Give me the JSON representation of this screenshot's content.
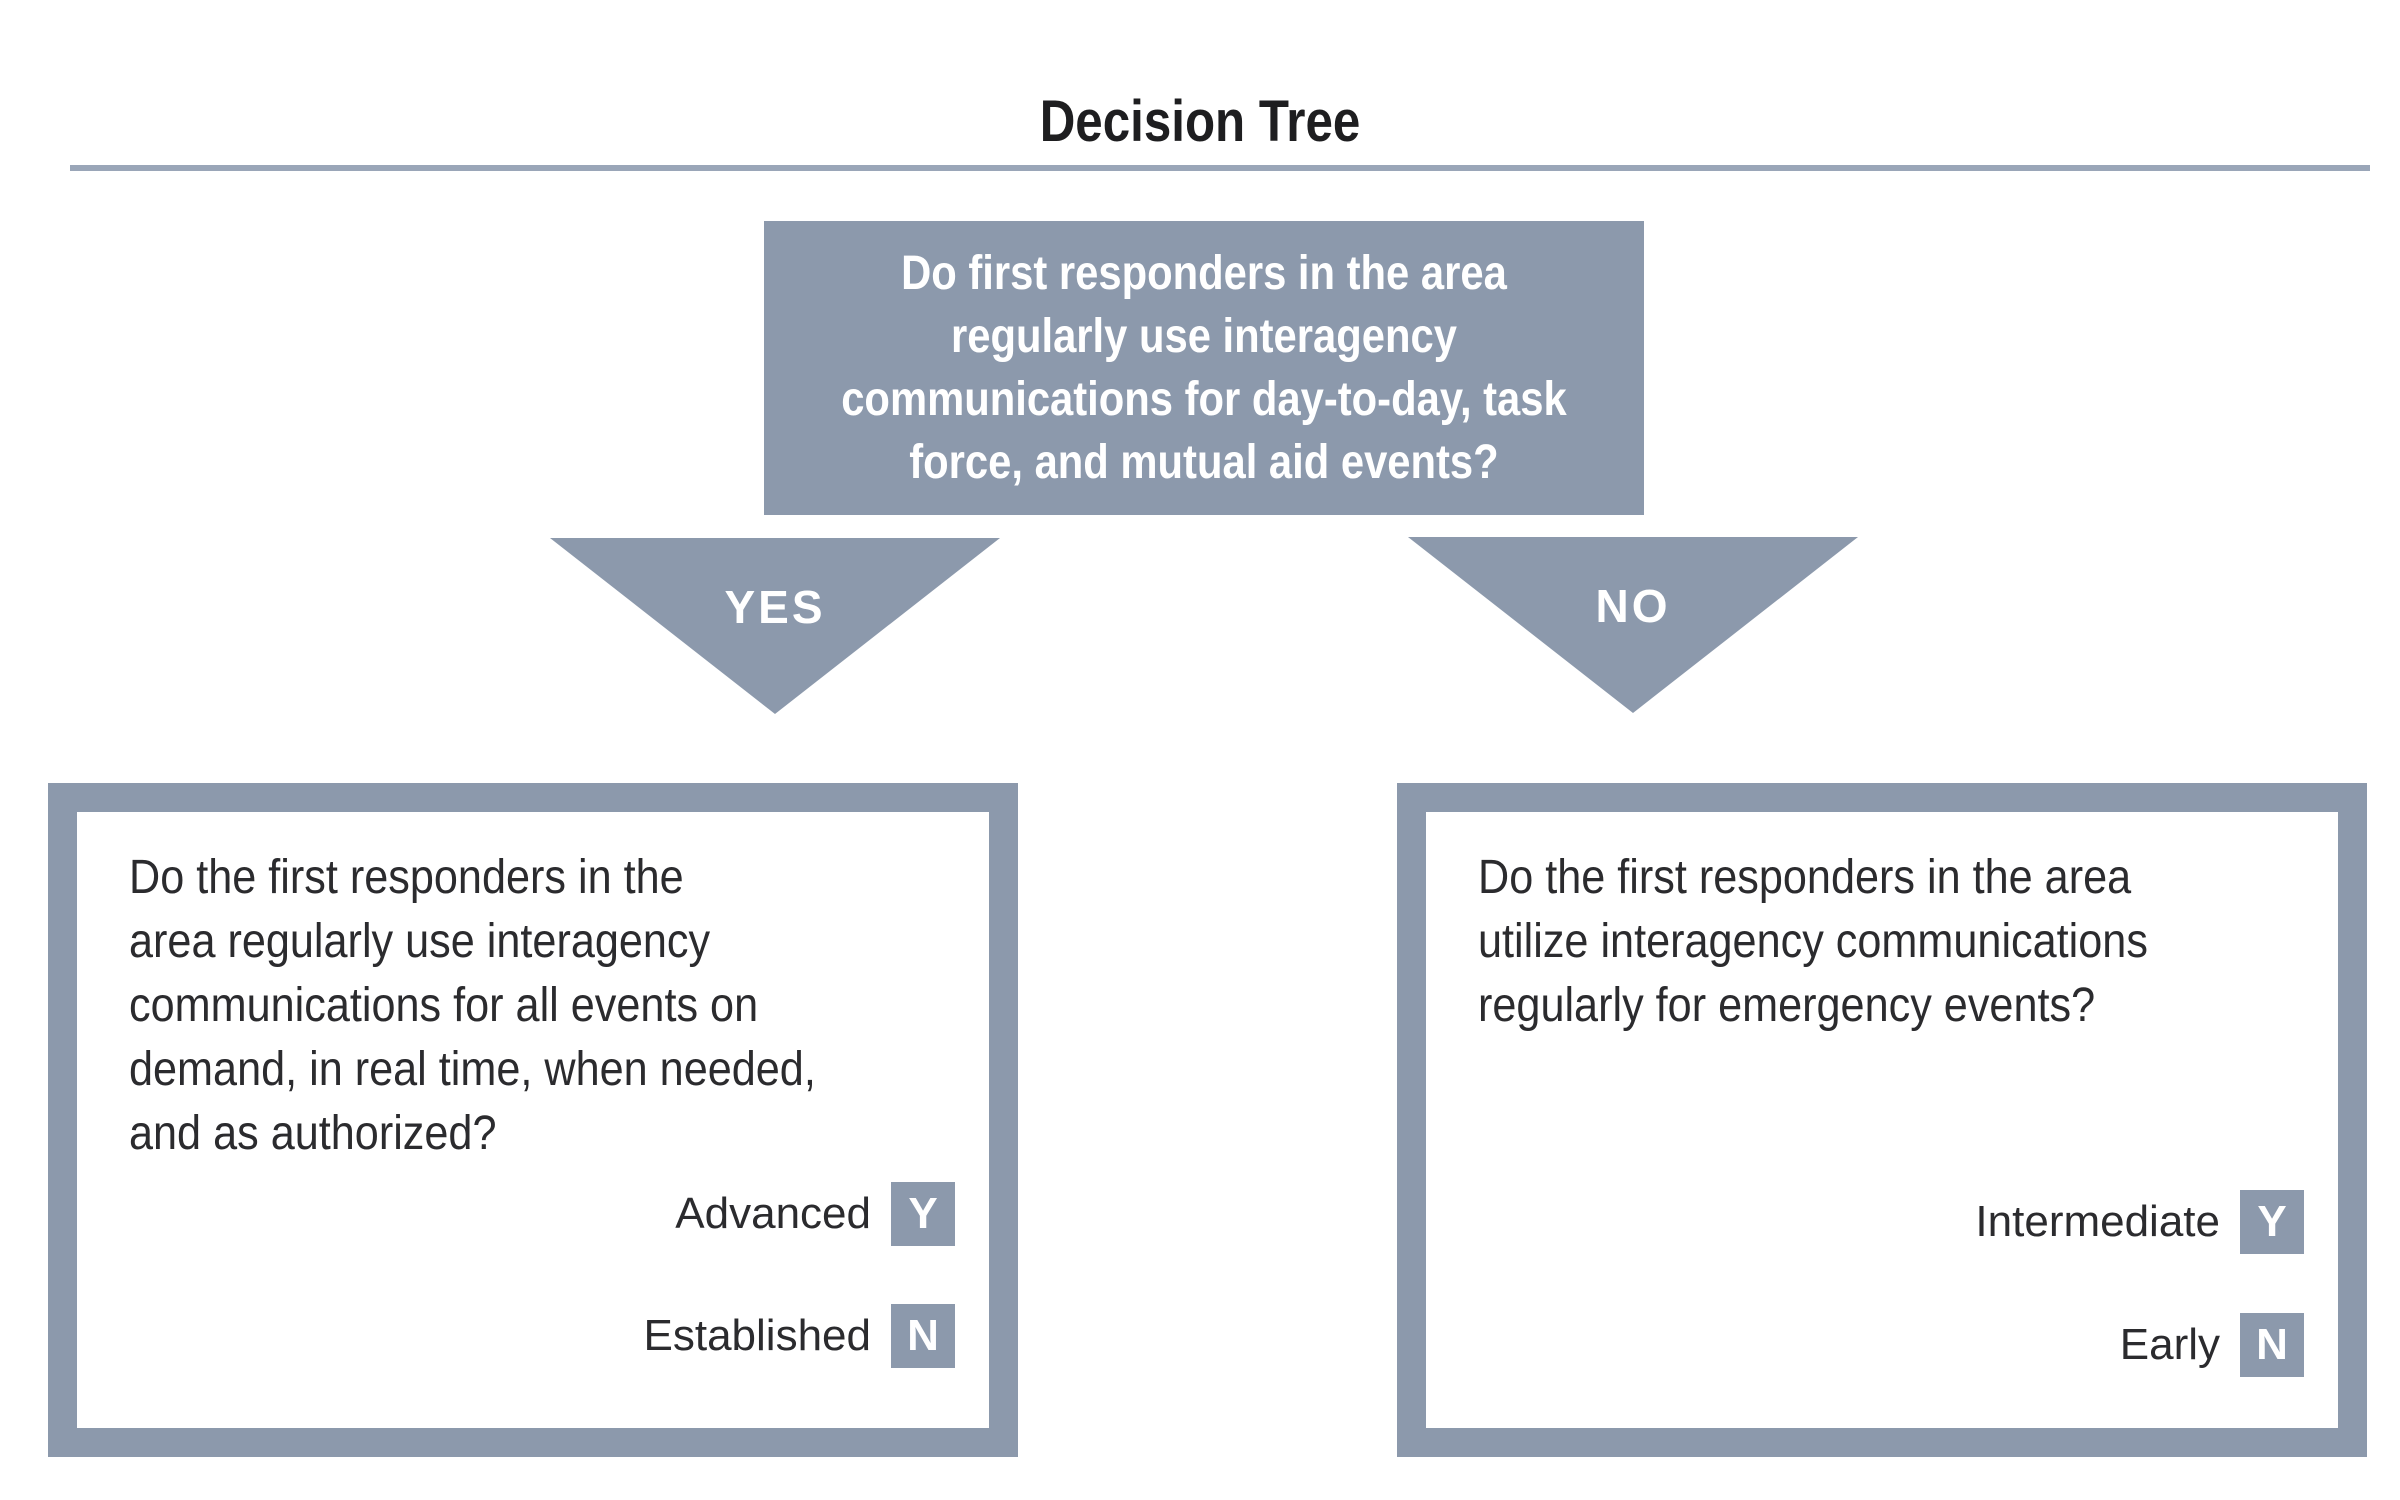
{
  "title": "Decision Tree",
  "colors": {
    "slate": "#8c99ac",
    "rule": "#9aa6b8",
    "text_dark": "#2b2b2e",
    "white": "#ffffff"
  },
  "root": {
    "question": "Do first responders in the area\nregularly use interagency\ncommunications for day-to-day, task\nforce, and mutual aid events?"
  },
  "branches": {
    "yes": {
      "label": "YES"
    },
    "no": {
      "label": "NO"
    }
  },
  "boxes": {
    "yes_branch": {
      "question": "Do the first responders in the\narea regularly use interagency\ncommunications for all events on\ndemand, in real time, when needed,\nand as authorized?",
      "answers": [
        {
          "label": "Advanced",
          "badge": "Y"
        },
        {
          "label": "Established",
          "badge": "N"
        }
      ]
    },
    "no_branch": {
      "question": "Do the first responders in the area\nutilize interagency communications\nregularly for emergency events?",
      "answers": [
        {
          "label": "Intermediate",
          "badge": "Y"
        },
        {
          "label": "Early",
          "badge": "N"
        }
      ]
    }
  }
}
